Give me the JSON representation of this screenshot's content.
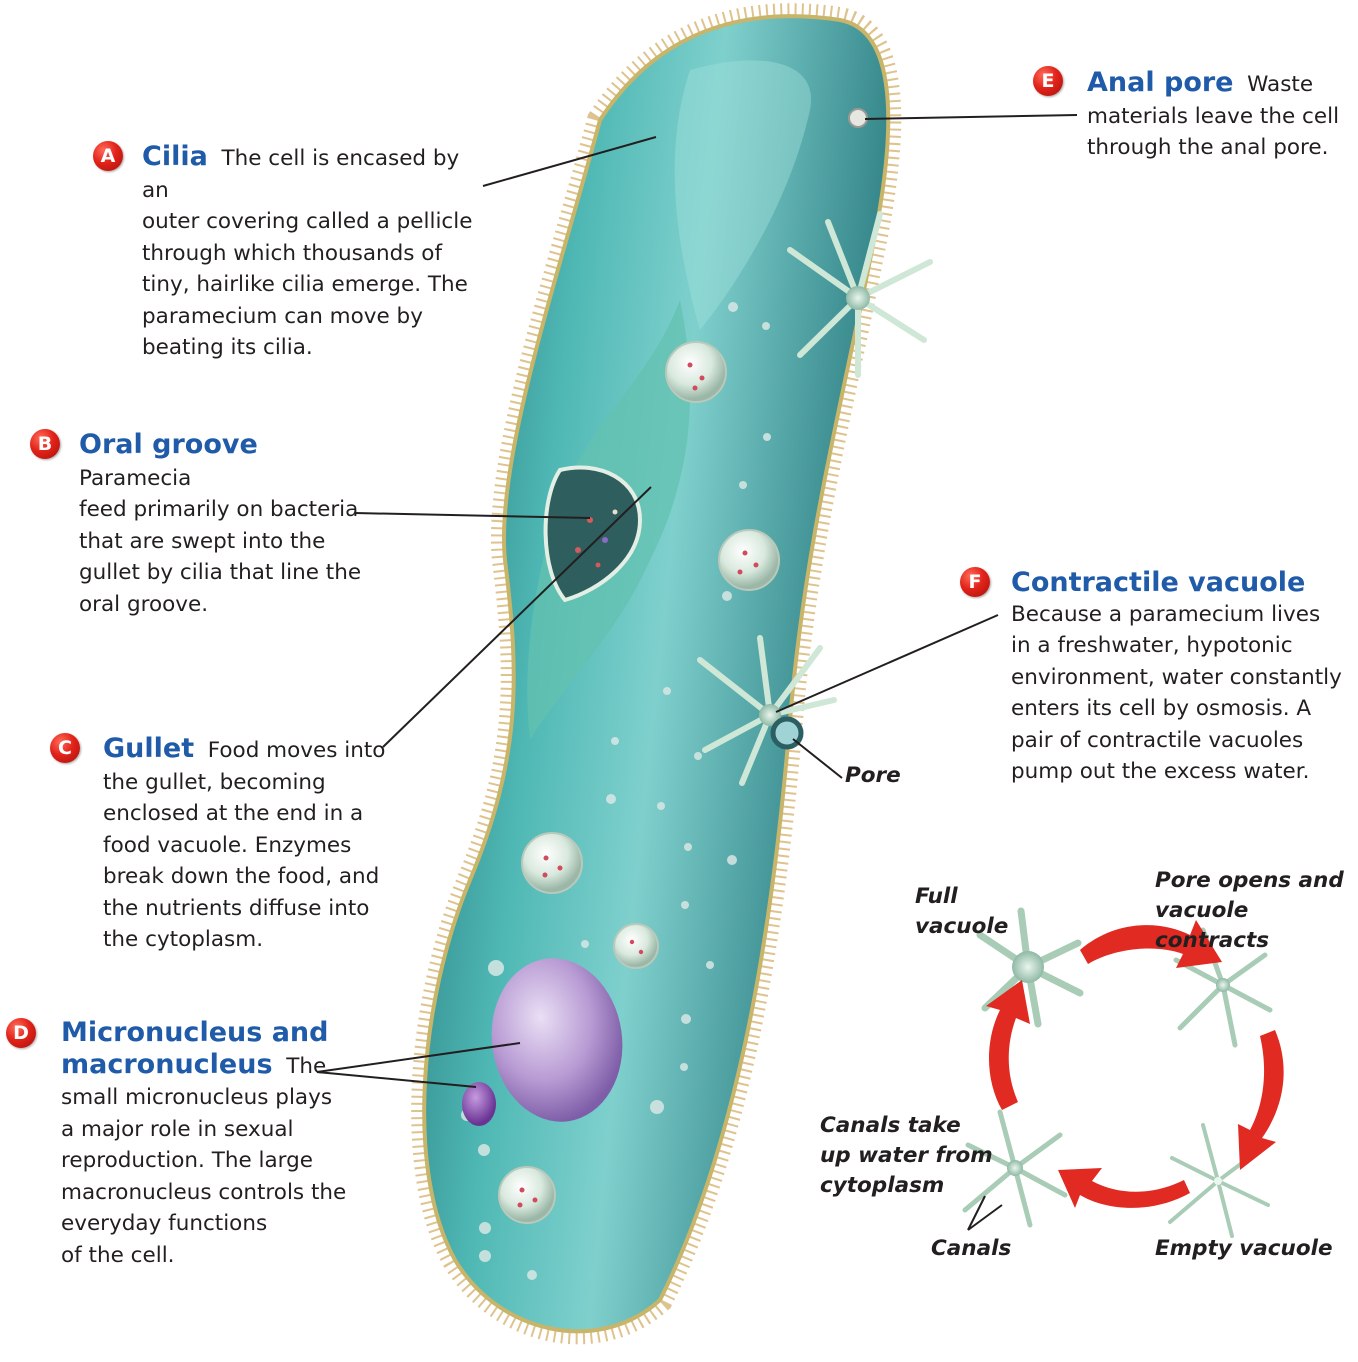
{
  "callouts": {
    "a": {
      "letter": "A",
      "title": "Cilia",
      "lines": [
        "The cell is encased by an",
        "outer covering called a pellicle",
        "through which thousands of",
        "tiny, hairlike cilia emerge. The",
        "paramecium can move by",
        "beating its cilia."
      ]
    },
    "b": {
      "letter": "B",
      "title": "Oral groove",
      "lines": [
        "Paramecia",
        "feed primarily on bacteria",
        "that are swept into the",
        "gullet by cilia that line the",
        "oral groove."
      ]
    },
    "c": {
      "letter": "C",
      "title": "Gullet",
      "lines": [
        "Food moves into",
        "the gullet, becoming",
        "enclosed at the end in a",
        "food vacuole. Enzymes",
        "break down the food, and",
        "the nutrients diffuse into",
        "the cytoplasm."
      ]
    },
    "d": {
      "letter": "D",
      "title_1": "Micronucleus and",
      "title_2": "macronucleus",
      "lines": [
        "The",
        "small micronucleus plays",
        "a major role in sexual",
        "reproduction. The large",
        "macronucleus controls the",
        "everyday functions",
        "of the cell."
      ]
    },
    "e": {
      "letter": "E",
      "title": "Anal pore",
      "lines": [
        "Waste",
        "materials leave the cell",
        "through the anal pore."
      ]
    },
    "f": {
      "letter": "F",
      "title": "Contractile vacuole",
      "lines": [
        "Because a paramecium lives",
        "in a freshwater, hypotonic",
        "environment, water constantly",
        "enters its cell by osmosis. A",
        "pair of contractile vacuoles",
        "pump out the excess water."
      ]
    }
  },
  "pore_label": "Pore",
  "cycle": {
    "full": [
      "Full",
      "vacuole"
    ],
    "contracts": [
      "Pore opens and",
      "vacuole contracts"
    ],
    "empty": "Empty vacuole",
    "canals_take": [
      "Canals take",
      "up water from",
      "cytoplasm"
    ],
    "canals": "Canals"
  },
  "colors": {
    "badge": "#e2231a",
    "heading": "#1f5ba8",
    "cell": "#3aa6a6",
    "arrow": "#e02a22"
  }
}
